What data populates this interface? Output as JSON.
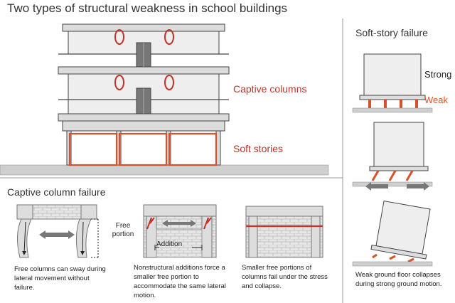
{
  "title": "Two types of structural weakness in school buildings",
  "main_building": {
    "captive_label": "Captive columns",
    "soft_label": "Soft stories"
  },
  "captive_section": {
    "heading": "Captive column failure",
    "free_portion": "Free portion",
    "addition": "Addition",
    "captions": [
      "Free columns can sway during lateral movement without failure.",
      "Nonstructural additions force a smaller free portion to accommodate the same lateral motion.",
      "Smaller free portions of columns fail under the stress and collapse."
    ]
  },
  "soft_story_section": {
    "heading": "Soft-story failure",
    "strong": "Strong",
    "weak": "Weak",
    "caption": "Weak ground floor collapses during strong ground motion."
  },
  "colors": {
    "accent_red": "#c0322b",
    "weak_orange": "#d6522a",
    "structure_gray": "#d9d9d9",
    "outline": "#444444"
  }
}
